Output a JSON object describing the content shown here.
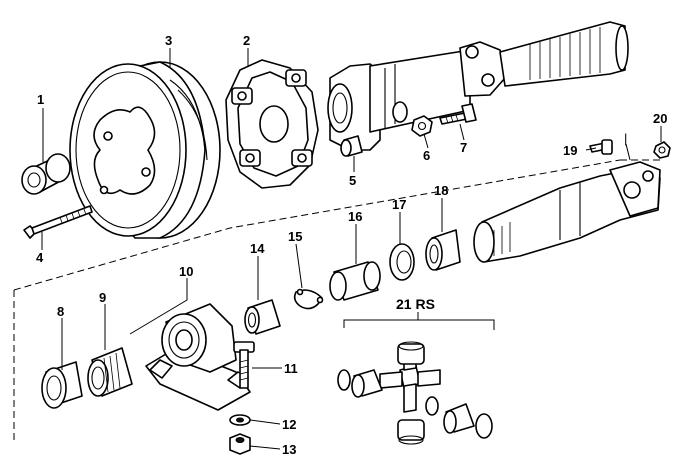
{
  "callouts": {
    "p1": "1",
    "p2": "2",
    "p3": "3",
    "p4": "4",
    "p5": "5",
    "p6": "6",
    "p7": "7",
    "p8": "8",
    "p9": "9",
    "p10": "10",
    "p11": "11",
    "p12": "12",
    "p13": "13",
    "p14": "14",
    "p15": "15",
    "p16": "16",
    "p17": "17",
    "p18": "18",
    "p19": "19",
    "p20": "20",
    "p21": "21 RS"
  }
}
